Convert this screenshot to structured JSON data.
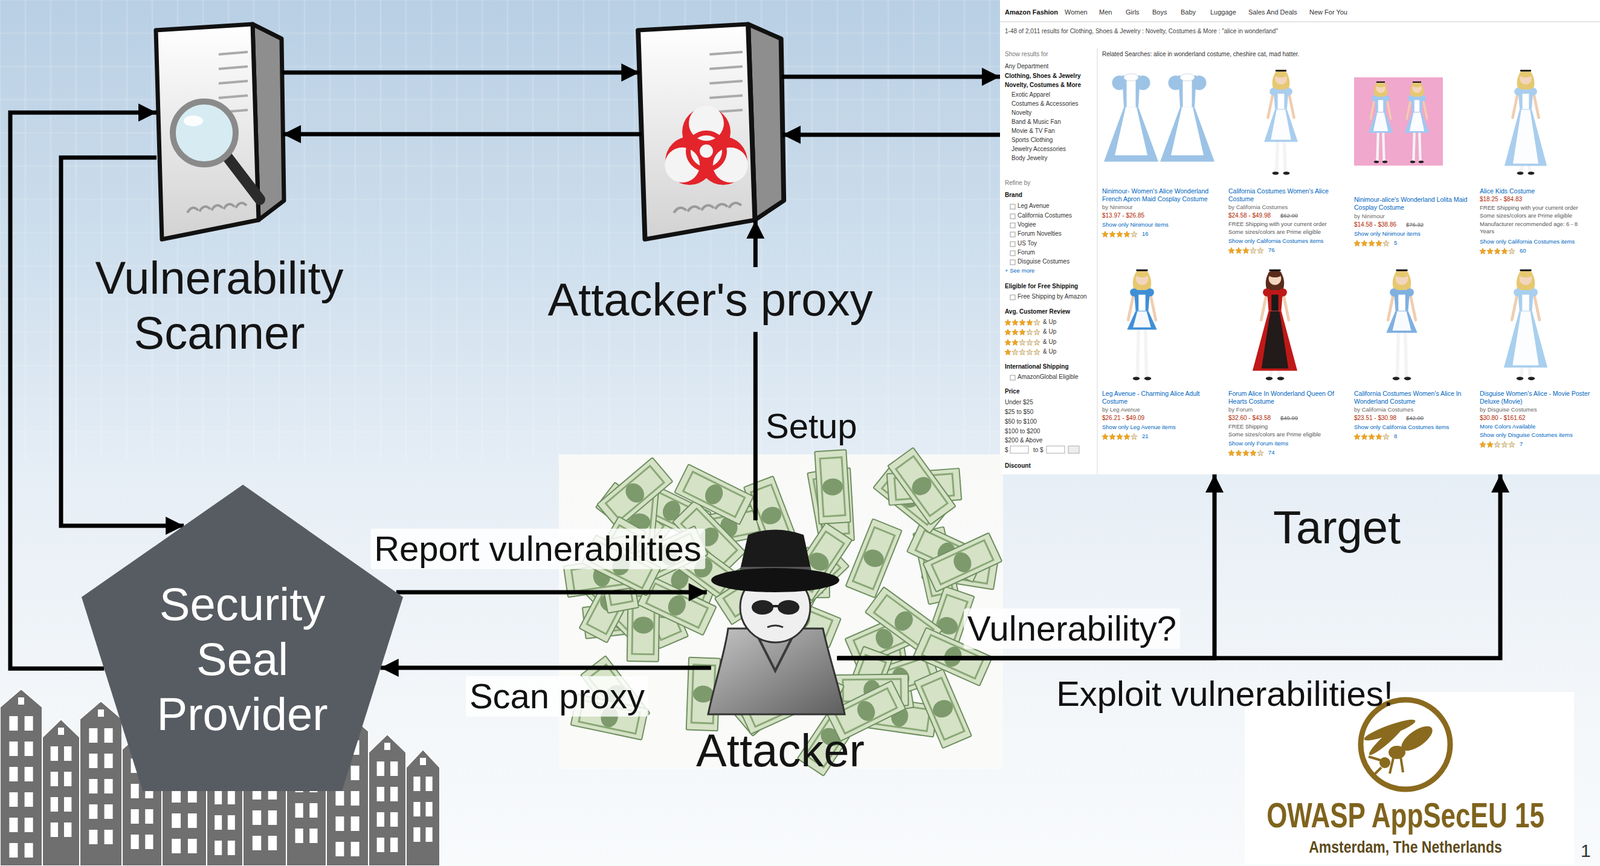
{
  "diagram": {
    "nodes": [
      {
        "text": [
          "Vulnerability Scanner"
        ]
      },
      {
        "text": [
          "Attacker's proxy"
        ]
      },
      {
        "text": [
          "Target"
        ]
      },
      {
        "text": [
          "Security Seal Provider"
        ]
      },
      {
        "text": [
          "Attacker"
        ]
      }
    ],
    "edges": [
      {
        "from": 0,
        "to": 1,
        "arrow": "to"
      },
      {
        "from": 1,
        "to": 0,
        "arrow": "to"
      },
      {
        "from": 1,
        "to": 2,
        "arrow": "to"
      },
      {
        "from": 2,
        "to": 1,
        "arrow": "to"
      },
      {
        "from": 4,
        "to": 1,
        "arrow": "to",
        "label": "Setup"
      },
      {
        "from": 3,
        "to": 0,
        "arrow": "to"
      },
      {
        "from": 0,
        "to": 3,
        "arrow": "to"
      },
      {
        "from": 3,
        "to": 4,
        "arrow": "to",
        "label": "Report vulnerabilities"
      },
      {
        "from": 4,
        "to": 3,
        "arrow": "to",
        "label": "Scan proxy"
      },
      {
        "from": 4,
        "to": 2,
        "arrow": "to",
        "label": "Vulnerability?"
      },
      {
        "from": 4,
        "to": 2,
        "arrow": "to",
        "label": "Exploit vulnerabilities!"
      }
    ],
    "labels": [
      "Amazon Fashion",
      "Women",
      "Men",
      "Girls",
      "Boys",
      "Baby",
      "Luggage",
      "Sales And Deals",
      "New For You",
      "1-48 of 2,011 results for Clothing, Shoes & Jewelry : Novelty, Costumes & More : \"alice in wonderland\"",
      "Show results for",
      "Any Department",
      "Clothing, Shoes & Jewelry",
      "Novelty, Costumes & More",
      "Exotic Apparel",
      "Costumes & Accessories",
      "Novelty",
      "Band & Music Fan",
      "Movie & TV Fan",
      "Sports Clothing",
      "Jewelry Accessories",
      "Body Jewelry",
      "Refine by",
      "Brand",
      "Leg Avenue",
      "California Costumes",
      "Vogiee",
      "Forum Novelties",
      "US Toy",
      "Forum",
      "Disguise Costumes",
      "+ See more",
      "Eligible for Free Shipping",
      "Free Shipping by Amazon",
      "Avg. Customer Review",
      "& Up",
      "& Up",
      "& Up",
      "& Up",
      "International Shipping",
      "AmazonGlobal Eligible",
      "Price",
      "Under $25",
      "$25 to $50",
      "$50 to $100",
      "$100 to $200",
      "$200 & Above",
      "$",
      "to $",
      "Discount",
      "Related Searches: alice in wonderland costume, cheshire cat, mad hatter.",
      "Ninimour- Women's Alice Wonderland French Apron Maid Cosplay Costume",
      "by Ninimour",
      "$13.97 - $26.85",
      "Show only Ninimour items",
      "16",
      "California Costumes Women's Alice Costume",
      "by California Costumes",
      "$24.58 - $49.98",
      "$62.00",
      "FREE Shipping with your current order",
      "Some sizes/colors are Prime eligible",
      "Show only California Costumes items",
      "76",
      "Ninimour-alice's Wonderland Lolita Maid Cosplay Costume",
      "by Ninimour",
      "$14.58 - $38.86",
      "$76.32",
      "Show only Ninimour items",
      "5",
      "Alice Kids Costume",
      "$18.25 - $84.83",
      "FREE Shipping with your current order",
      "Some sizes/colors are Prime eligible",
      "Manufacturer recommended age: 6 - 8 Years",
      "Show only California Costumes items",
      "60",
      "Leg Avenue - Charming Alice Adult Costume",
      "by Leg Avenue",
      "$26.21 - $49.09",
      "Show only Leg Avenue items",
      "21",
      "Forum Alice In Wonderland Queen Of Hearts Costume",
      "by Forum",
      "$32.60 - $43.58",
      "$49.99",
      "FREE Shipping",
      "Some sizes/colors are Prime eligible",
      "Show only Forum items",
      "74",
      "California Costumes Women's Alice In Wonderland Costume",
      "by California Costumes",
      "$23.51 - $30.98",
      "$42.00",
      "Show only California Costumes items",
      "8",
      "Disguise Women's Alice - Movie Poster Deluxe (Movie)",
      "by Disguise Costumes",
      "$30.80 - $161.62",
      "More Colors Available",
      "Show only Disguise Costumes items",
      "7",
      "OWASP AppSecEU 15",
      "Amsterdam, The Netherlands",
      "1"
    ]
  }
}
